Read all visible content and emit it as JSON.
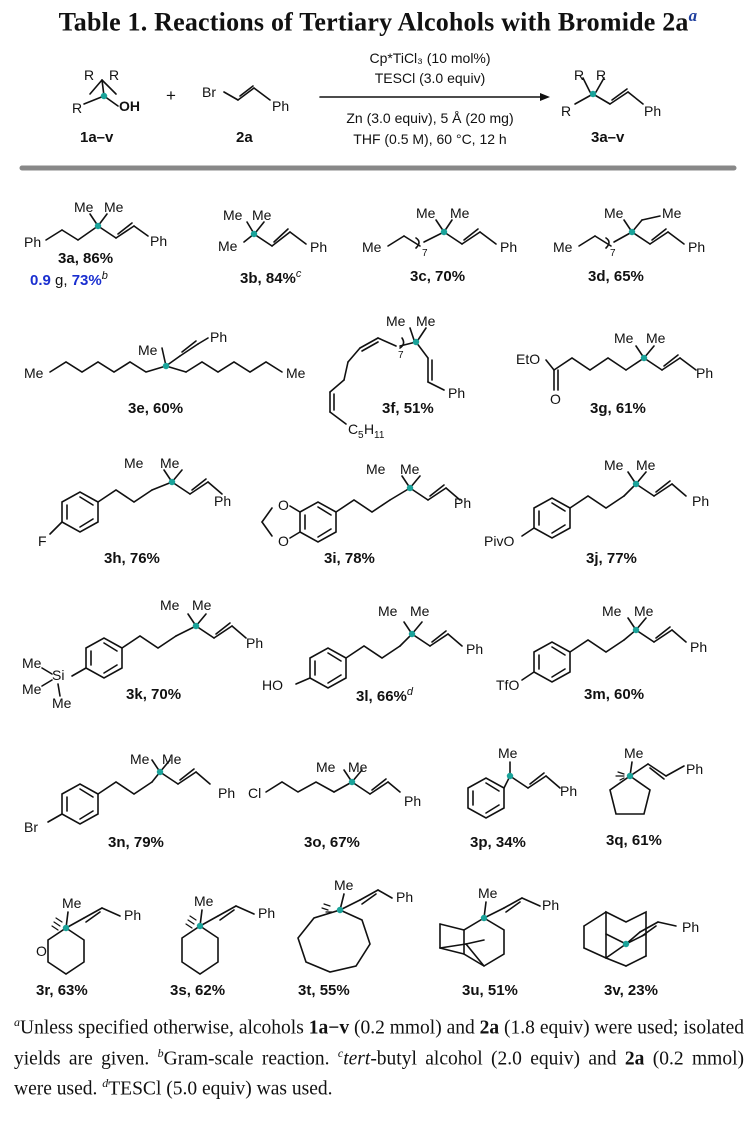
{
  "title": "Table 1. Reactions of Tertiary Alcohols with Bromide 2a",
  "title_note": "a",
  "scheme": {
    "reactant1_label": "1a–v",
    "reactant2_label": "2a",
    "product_label": "3a–v",
    "plus": "+",
    "cond_above_1": "Cp*TiCl₃ (10 mol%)",
    "cond_above_2": "TESCl (3.0 equiv)",
    "cond_below_1": "Zn (3.0 equiv), 5 Å (20 mg)",
    "cond_below_2": "THF (0.5 M), 60 °C, 12 h"
  },
  "products": [
    {
      "id": "3a",
      "yield": "86%"
    },
    {
      "id": "3b",
      "yield": "84%",
      "note": "c"
    },
    {
      "id": "3c",
      "yield": "70%"
    },
    {
      "id": "3d",
      "yield": "65%"
    },
    {
      "id": "3e",
      "yield": "60%"
    },
    {
      "id": "3f",
      "yield": "51%"
    },
    {
      "id": "3g",
      "yield": "61%"
    },
    {
      "id": "3h",
      "yield": "76%"
    },
    {
      "id": "3i",
      "yield": "78%"
    },
    {
      "id": "3j",
      "yield": "77%"
    },
    {
      "id": "3k",
      "yield": "70%"
    },
    {
      "id": "3l",
      "yield": "66%",
      "note": "d"
    },
    {
      "id": "3m",
      "yield": "60%"
    },
    {
      "id": "3n",
      "yield": "79%"
    },
    {
      "id": "3o",
      "yield": "67%"
    },
    {
      "id": "3p",
      "yield": "34%"
    },
    {
      "id": "3q",
      "yield": "61%"
    },
    {
      "id": "3r",
      "yield": "63%"
    },
    {
      "id": "3s",
      "yield": "62%"
    },
    {
      "id": "3t",
      "yield": "55%"
    },
    {
      "id": "3u",
      "yield": "51%"
    },
    {
      "id": "3v",
      "yield": "23%"
    }
  ],
  "gram_scale": {
    "mass": "0.9",
    "unit": " g, ",
    "yield": "73%",
    "note": "b"
  },
  "footnotes": {
    "a_pre": "Unless specified otherwise, alcohols ",
    "a_b1": "1a−v",
    "a_mid": " (0.2 mmol) and ",
    "a_b2": "2a",
    "a_post": " (1.8 equiv) were used; isolated yields are given. ",
    "b": "Gram-scale reaction. ",
    "c_pre": "tert",
    "c_mid": "-butyl alcohol (2.0 equiv) and ",
    "c_b": "2a",
    "c_post": " (0.2 mmol) were used. ",
    "d": "TESCl (5.0 equiv) was used."
  },
  "colors": {
    "quat_carbon": "#1aa39a",
    "gram_scale": "#1a2fd0",
    "note_letter": "#1f3f9e"
  }
}
